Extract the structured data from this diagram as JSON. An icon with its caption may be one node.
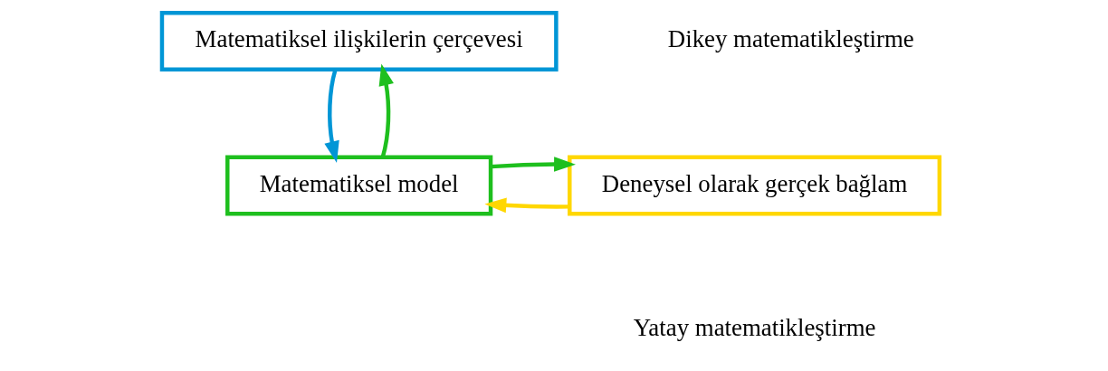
{
  "diagram": {
    "nodes": [
      {
        "text": [
          "Matematiksel ilişkilerin çerçevesi"
        ]
      },
      {
        "text": [
          "Deneysel olarak gerçek bağlam"
        ]
      },
      {
        "text": [
          "Matematiksel model"
        ]
      }
    ],
    "edges": [
      {
        "from": 0,
        "to": 2,
        "arrow": "to",
        "color": "#0096d6"
      },
      {
        "from": 2,
        "to": 0,
        "arrow": "to",
        "color": "#1ebf1e"
      },
      {
        "from": 1,
        "to": 2,
        "arrow": "to",
        "color": "#ffd700"
      },
      {
        "from": 2,
        "to": 1,
        "arrow": "to",
        "color": "#1ebf1e"
      }
    ],
    "labels": [
      "Dikey matematikleştirme",
      "Yatay matematikleştirme"
    ]
  }
}
